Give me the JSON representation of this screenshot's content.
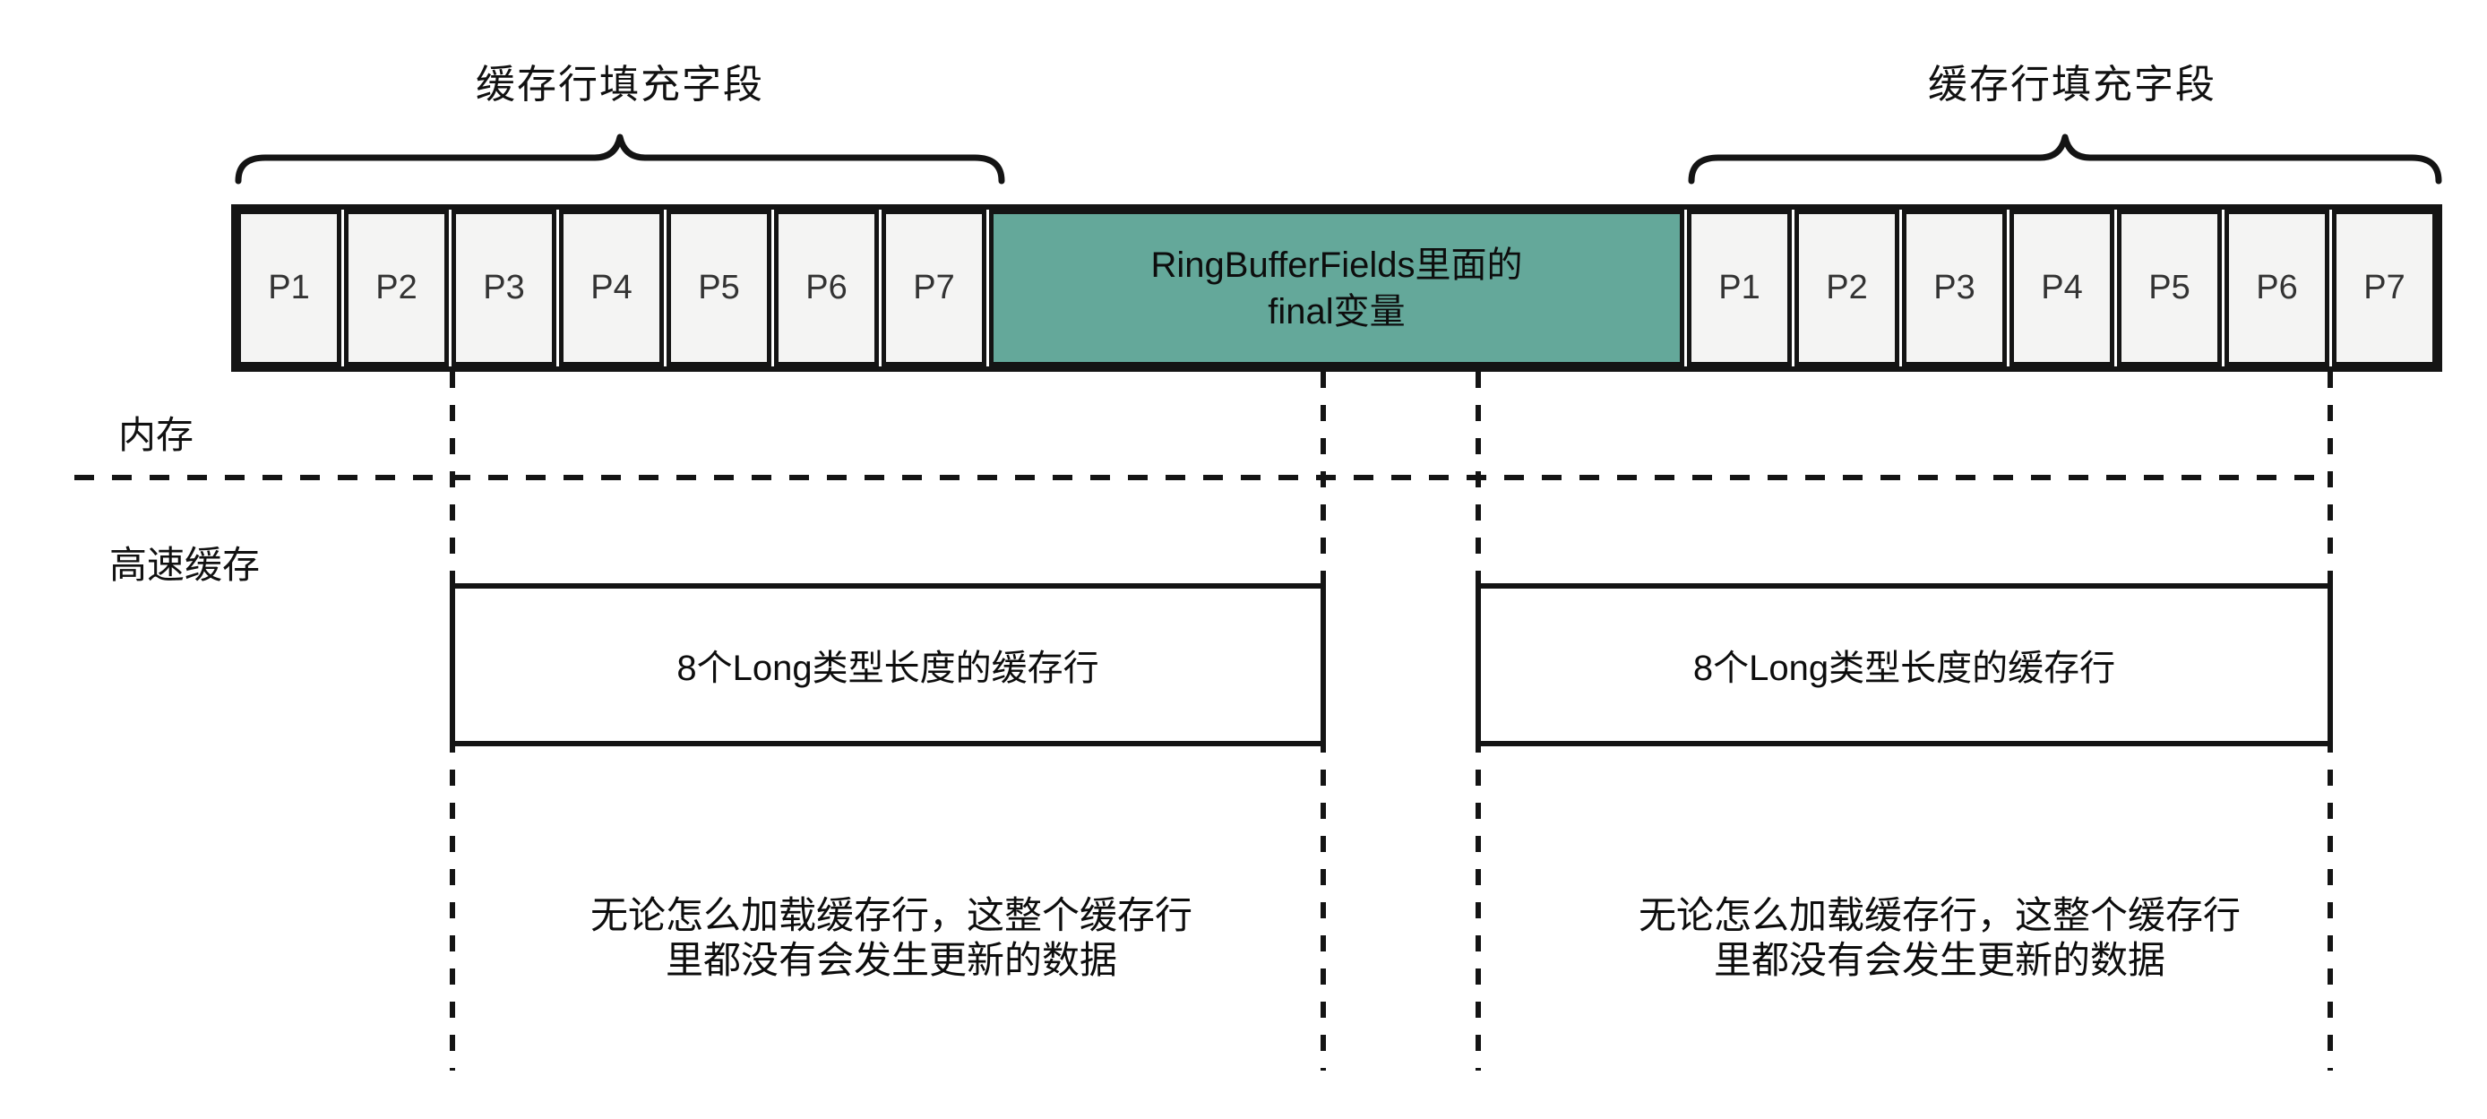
{
  "diagram": {
    "title_context": "cache-line padding diagram",
    "braces": {
      "left_label": "缓存行填充字段",
      "right_label": "缓存行填充字段"
    },
    "memory_row": {
      "left_padding_cells": [
        "P1",
        "P2",
        "P3",
        "P4",
        "P5",
        "P6",
        "P7"
      ],
      "center_cell": {
        "line1": "RingBufferFields里面的",
        "line2": "final变量"
      },
      "right_padding_cells": [
        "P1",
        "P2",
        "P3",
        "P4",
        "P5",
        "P6",
        "P7"
      ]
    },
    "region_labels": {
      "memory": "内存",
      "cache": "高速缓存"
    },
    "cache_lines": {
      "left_box_label": "8个Long类型长度的缓存行",
      "right_box_label": "8个Long类型长度的缓存行"
    },
    "notes": {
      "left_line1": "无论怎么加载缓存行，这整个缓存行",
      "left_line2": "里都没有会发生更新的数据",
      "right_line1": "无论怎么加载缓存行，这整个缓存行",
      "right_line2": "里都没有会发生更新的数据"
    },
    "colors": {
      "final_cell_teal": "#64a89a",
      "padding_cell_gray": "#f4f4f3",
      "stroke_black": "#141414"
    }
  }
}
